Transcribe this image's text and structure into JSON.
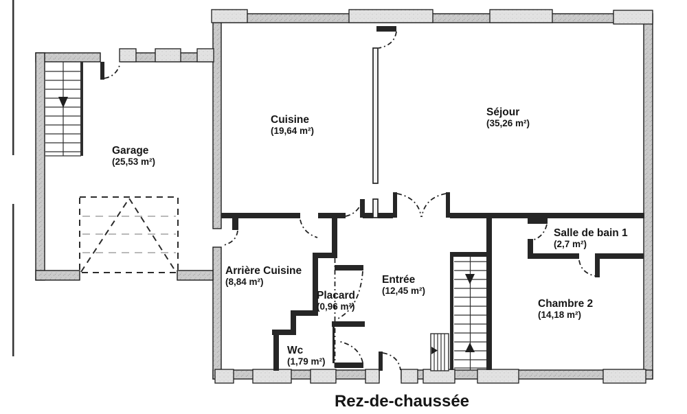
{
  "title": "Rez-de-chaussée",
  "rooms": {
    "garage": {
      "name": "Garage",
      "area": "(25,53 m²)"
    },
    "cuisine": {
      "name": "Cuisine",
      "area": "(19,64 m²)"
    },
    "sejour": {
      "name": "Séjour",
      "area": "(35,26 m²)"
    },
    "arriere_cuisine": {
      "name": "Arrière Cuisine",
      "area": "(8,84 m²)"
    },
    "placard": {
      "name": "Placard",
      "area": "(0,96 m²)"
    },
    "entree": {
      "name": "Entrée",
      "area": "(12,45 m²)"
    },
    "wc": {
      "name": "Wc",
      "area": "(1,79 m²)"
    },
    "salle_de_bain_1": {
      "name": "Salle de bain 1",
      "area": "(2,7 m²)"
    },
    "chambre_2": {
      "name": "Chambre 2",
      "area": "(14,18 m²)"
    }
  },
  "colors": {
    "ink": "#1f1f1f",
    "wall_fill": "#cbcbcb",
    "window_fill": "#e2e2e2",
    "paper": "#ffffff"
  }
}
